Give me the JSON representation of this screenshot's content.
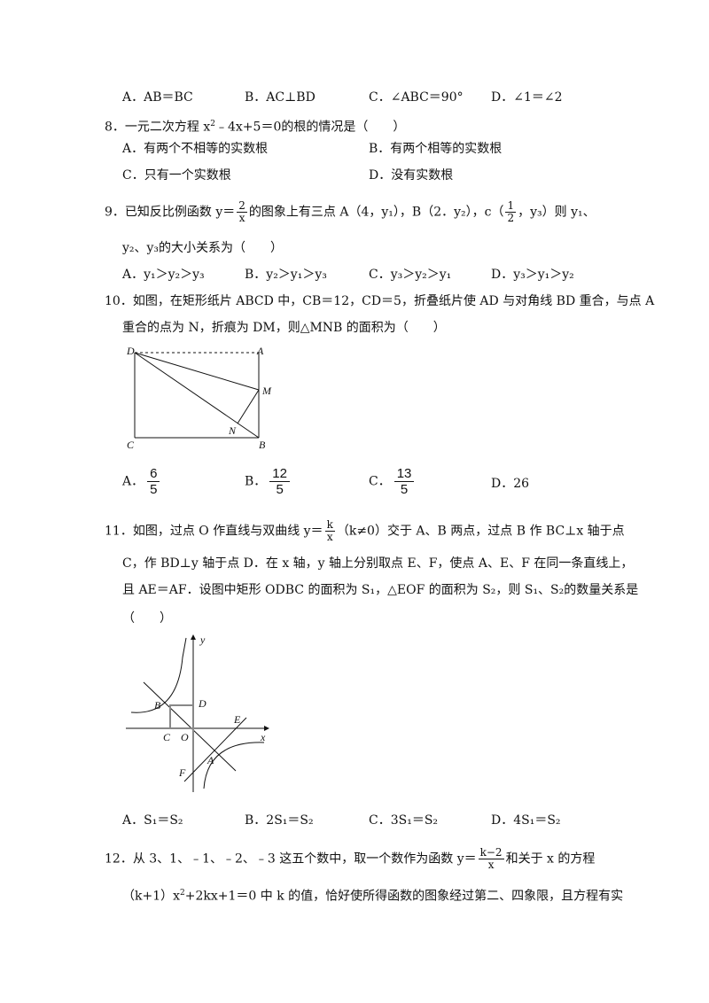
{
  "q7_options": {
    "a": "A．AB＝BC",
    "b": "B．AC⊥BD",
    "c": "C．∠ABC＝90°",
    "d": "D．∠1＝∠2"
  },
  "q8": {
    "stem_pre": "8．一元二次方程 x",
    "stem_sup": "2",
    "stem_post": "﹣4x+5＝0的根的情况是（　　）",
    "a": "A．有两个不相等的实数根",
    "b": "B．有两个相等的实数根",
    "c": "C．只有一个实数根",
    "d": "D．没有实数根"
  },
  "q9": {
    "stem_pre": "9．已知反比例函数 y＝",
    "frac_num": "2",
    "frac_den": "x",
    "stem_mid": "的图象上有三点 A（4，y₁），B（2．y₂），c（",
    "pt_num": "1",
    "pt_den": "2",
    "stem_post": "，y₃）则 y₁、",
    "stem_line2": "y₂、y₃的大小关系为（　　）",
    "a": "A．y₁＞y₂＞y₃",
    "b": "B．y₂＞y₁＞y₃",
    "c": "C．y₃＞y₂＞y₁",
    "d": "D．y₃＞y₁＞y₂"
  },
  "q10": {
    "line1": "10．如图，在矩形纸片 ABCD 中，CB＝12，CD＝5，折叠纸片使 AD 与对角线 BD 重合，与点 A",
    "line2": "重合的点为 N，折痕为 DM，则△MNB 的面积为（　　）",
    "labels": {
      "d": "D",
      "a": "A",
      "m": "M",
      "n": "N",
      "c": "C",
      "b": "B"
    },
    "a_prefix": "A．",
    "a_num": "6",
    "a_den": "5",
    "b_prefix": "B．",
    "b_num": "12",
    "b_den": "5",
    "c_prefix": "C．",
    "c_num": "13",
    "c_den": "5",
    "d": "D．26"
  },
  "q11": {
    "line1_pre": "11．如图，过点 O 作直线与双曲线 y＝",
    "frac_num": "k",
    "frac_den": "x",
    "line1_post": "（k≠0）交于 A、B 两点，过点 B 作 BC⊥x 轴于点",
    "line2": "C，作 BD⊥y 轴于点 D．在 x 轴，y 轴上分别取点 E、F，使点 A、E、F 在同一条直线上，",
    "line3": "且 AE＝AF．设图中矩形 ODBC 的面积为 S₁，△EOF 的面积为 S₂，则 S₁、S₂的数量关系是",
    "line4": "（　　）",
    "labels": {
      "y": "y",
      "x": "x",
      "b": "B",
      "d": "D",
      "e": "E",
      "c": "C",
      "o": "O",
      "a": "A",
      "f": "F"
    },
    "a": "A．S₁＝S₂",
    "b": "B．2S₁＝S₂",
    "c": "C．3S₁＝S₂",
    "d": "D．4S₁＝S₂"
  },
  "q12": {
    "line1_pre": "12．从 3、1、﹣1、﹣2、﹣3 这五个数中，取一个数作为函数 y＝",
    "frac_num": "k−2",
    "frac_den": "x",
    "line1_post": "和关于 x 的方程",
    "line2_pre": "（k+1）x",
    "line2_sup": "2",
    "line2_post": "+2kx+1＝0 中 k 的值，恰好使所得函数的图象经过第二、四象限，且方程有实"
  }
}
